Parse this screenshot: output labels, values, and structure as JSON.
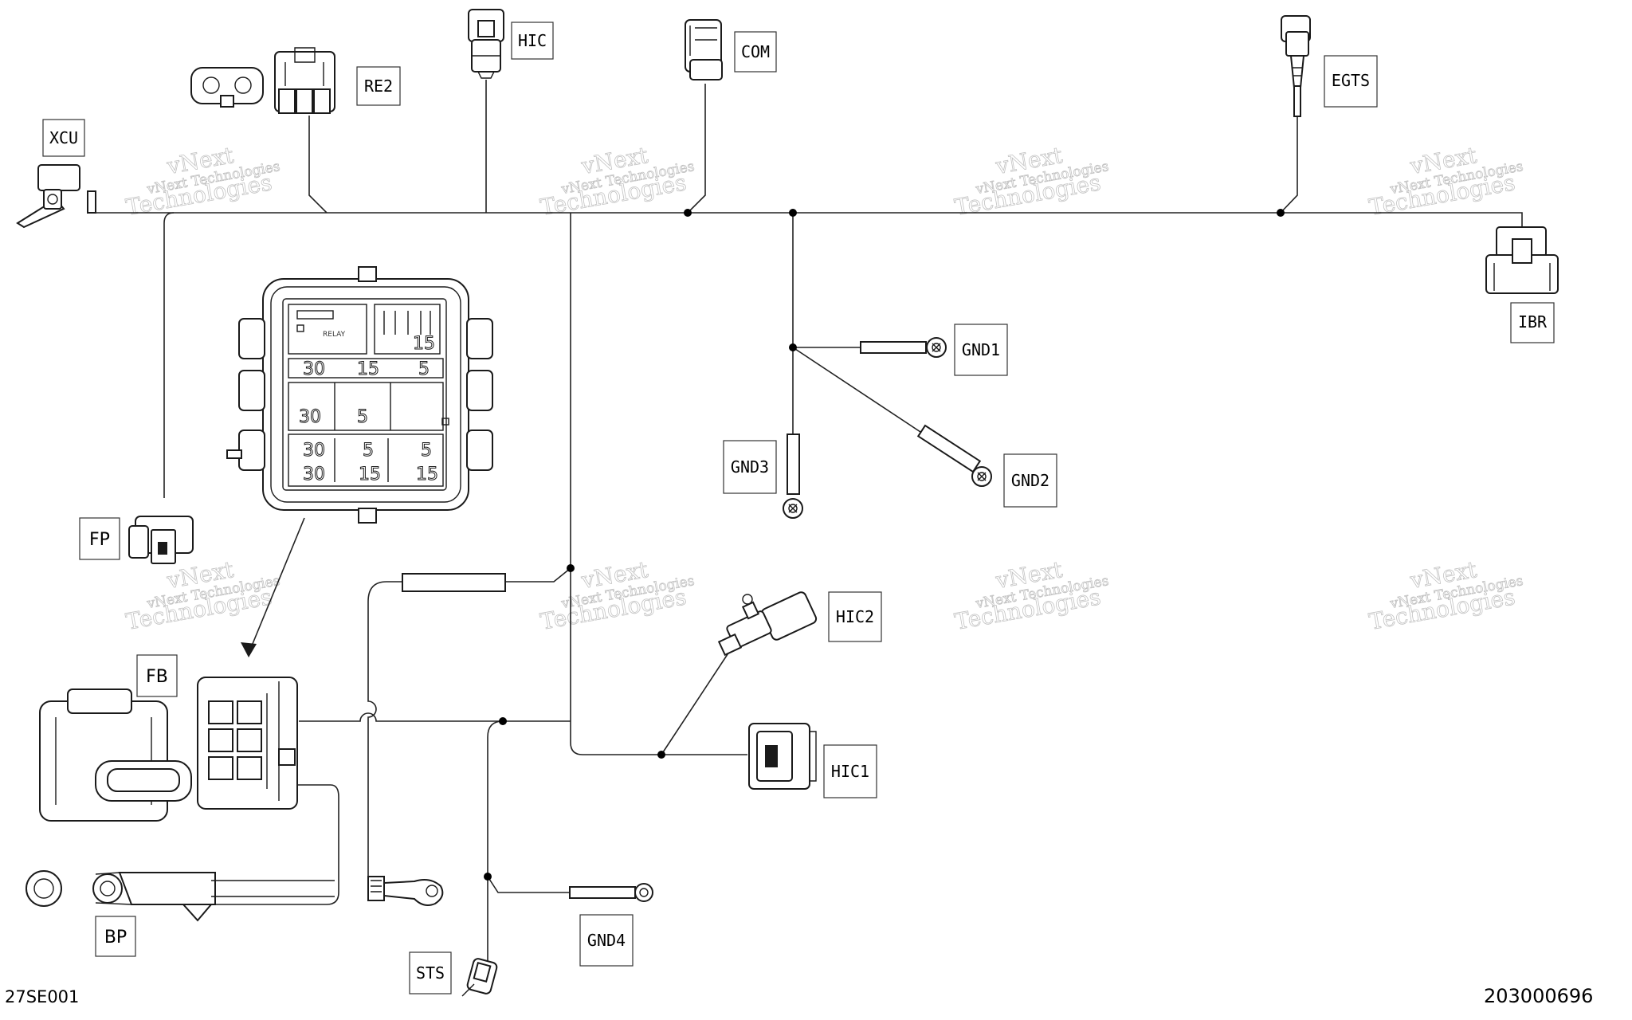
{
  "labels": {
    "xcu": "XCU",
    "re2": "RE2",
    "hic": "HIC",
    "com": "COM",
    "egts": "EGTS",
    "ibr": "IBR",
    "gnd1": "GND1",
    "gnd2": "GND2",
    "gnd3": "GND3",
    "fp": "FP",
    "fb": "FB",
    "hic2": "HIC2",
    "hic1": "HIC1",
    "bp": "BP",
    "sts": "STS",
    "gnd4": "GND4"
  },
  "fusebox": {
    "relay_label": "RELAY",
    "fuses": [
      "30",
      "15",
      "5",
      "15",
      "30",
      "5",
      "30",
      "5",
      "5",
      "30",
      "15",
      "15"
    ]
  },
  "watermark": {
    "line1": "vNext Technologies",
    "line2": "Technologies",
    "line3": "vNext"
  },
  "footer": {
    "drawing_code": "27SE001",
    "part_number": "203000696"
  }
}
